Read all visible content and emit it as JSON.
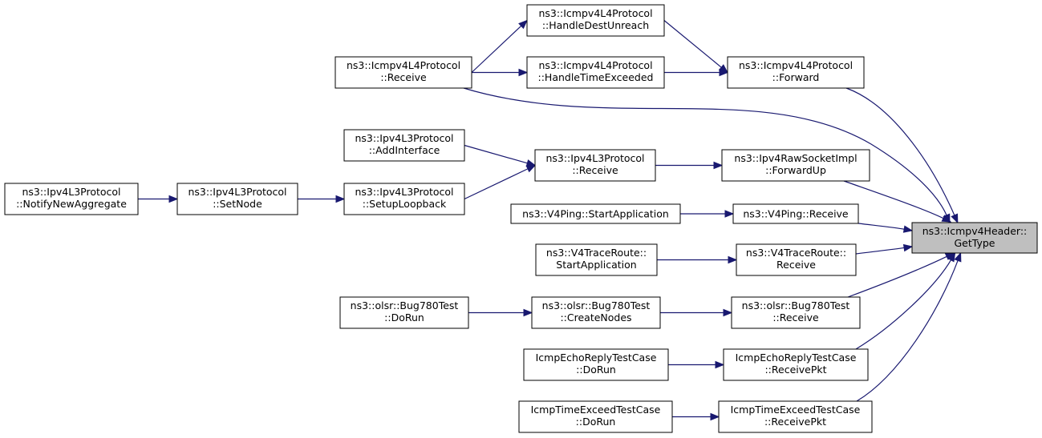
{
  "colors": {
    "edge": "#191970",
    "node_border": "#000000",
    "node_fill": "#ffffff",
    "root_fill": "#bfbfbf"
  },
  "nodes": {
    "root": [
      "ns3::Icmpv4Header::",
      "GetType"
    ],
    "icmp_forward": [
      "ns3::Icmpv4L4Protocol",
      "::Forward"
    ],
    "icmp_handle_dest": [
      "ns3::Icmpv4L4Protocol",
      "::HandleDestUnreach"
    ],
    "icmp_handle_time": [
      "ns3::Icmpv4L4Protocol",
      "::HandleTimeExceeded"
    ],
    "icmp_receive": [
      "ns3::Icmpv4L4Protocol",
      "::Receive"
    ],
    "raw_forwardup": [
      "ns3::Ipv4RawSocketImpl",
      "::ForwardUp"
    ],
    "ipv4_receive": [
      "ns3::Ipv4L3Protocol",
      "::Receive"
    ],
    "ipv4_addinterface": [
      "ns3::Ipv4L3Protocol",
      "::AddInterface"
    ],
    "ipv4_setuploopback": [
      "ns3::Ipv4L3Protocol",
      "::SetupLoopback"
    ],
    "ipv4_setnode": [
      "ns3::Ipv4L3Protocol",
      "::SetNode"
    ],
    "ipv4_notify": [
      "ns3::Ipv4L3Protocol",
      "::NotifyNewAggregate"
    ],
    "v4ping_receive": [
      "ns3::V4Ping::Receive"
    ],
    "v4ping_start": [
      "ns3::V4Ping::StartApplication"
    ],
    "v4trace_receive": [
      "ns3::V4TraceRoute::",
      "Receive"
    ],
    "v4trace_start": [
      "ns3::V4TraceRoute::",
      "StartApplication"
    ],
    "olsr_receive": [
      "ns3::olsr::Bug780Test",
      "::Receive"
    ],
    "olsr_createnodes": [
      "ns3::olsr::Bug780Test",
      "::CreateNodes"
    ],
    "olsr_dorun": [
      "ns3::olsr::Bug780Test",
      "::DoRun"
    ],
    "echo_receivepkt": [
      "IcmpEchoReplyTestCase",
      "::ReceivePkt"
    ],
    "echo_dorun": [
      "IcmpEchoReplyTestCase",
      "::DoRun"
    ],
    "time_receivepkt": [
      "IcmpTimeExceedTestCase",
      "::ReceivePkt"
    ],
    "time_dorun": [
      "IcmpTimeExceedTestCase",
      "::DoRun"
    ]
  },
  "edges": [
    [
      "icmp_forward",
      "root"
    ],
    [
      "icmp_receive",
      "root"
    ],
    [
      "raw_forwardup",
      "root"
    ],
    [
      "v4ping_receive",
      "root"
    ],
    [
      "v4trace_receive",
      "root"
    ],
    [
      "olsr_receive",
      "root"
    ],
    [
      "echo_receivepkt",
      "root"
    ],
    [
      "time_receivepkt",
      "root"
    ],
    [
      "icmp_handle_dest",
      "icmp_forward"
    ],
    [
      "icmp_handle_time",
      "icmp_forward"
    ],
    [
      "icmp_receive",
      "icmp_handle_dest"
    ],
    [
      "icmp_receive",
      "icmp_handle_time"
    ],
    [
      "ipv4_receive",
      "raw_forwardup"
    ],
    [
      "ipv4_addinterface",
      "ipv4_receive"
    ],
    [
      "ipv4_setuploopback",
      "ipv4_receive"
    ],
    [
      "ipv4_setnode",
      "ipv4_setuploopback"
    ],
    [
      "ipv4_notify",
      "ipv4_setnode"
    ],
    [
      "v4ping_start",
      "v4ping_receive"
    ],
    [
      "v4trace_start",
      "v4trace_receive"
    ],
    [
      "olsr_createnodes",
      "olsr_receive"
    ],
    [
      "olsr_dorun",
      "olsr_createnodes"
    ],
    [
      "echo_dorun",
      "echo_receivepkt"
    ],
    [
      "time_dorun",
      "time_receivepkt"
    ]
  ]
}
